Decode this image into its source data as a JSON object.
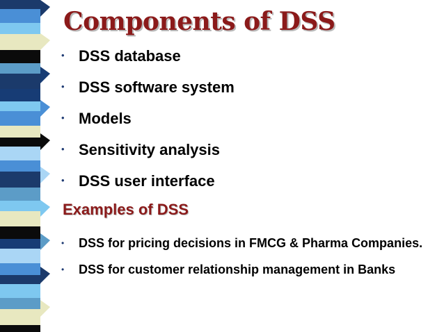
{
  "slide": {
    "title": "Components of DSS",
    "components": [
      "DSS database",
      "DSS software system",
      "Models",
      "Sensitivity analysis",
      "DSS user interface"
    ],
    "examples_heading": "Examples of DSS",
    "examples": [
      "DSS for pricing decisions in FMCG & Pharma Companies.",
      "DSS for customer relationship management in Banks"
    ],
    "bullet_glyph": "•"
  },
  "colors": {
    "title": "#8b1a1a",
    "text": "#000000",
    "stripe_palette": [
      "#1b3a6b",
      "#4a8fd6",
      "#7ec8f0",
      "#e8e8c0",
      "#0b0b0b",
      "#5c9cc7",
      "#173c75",
      "#aad6f5"
    ]
  }
}
